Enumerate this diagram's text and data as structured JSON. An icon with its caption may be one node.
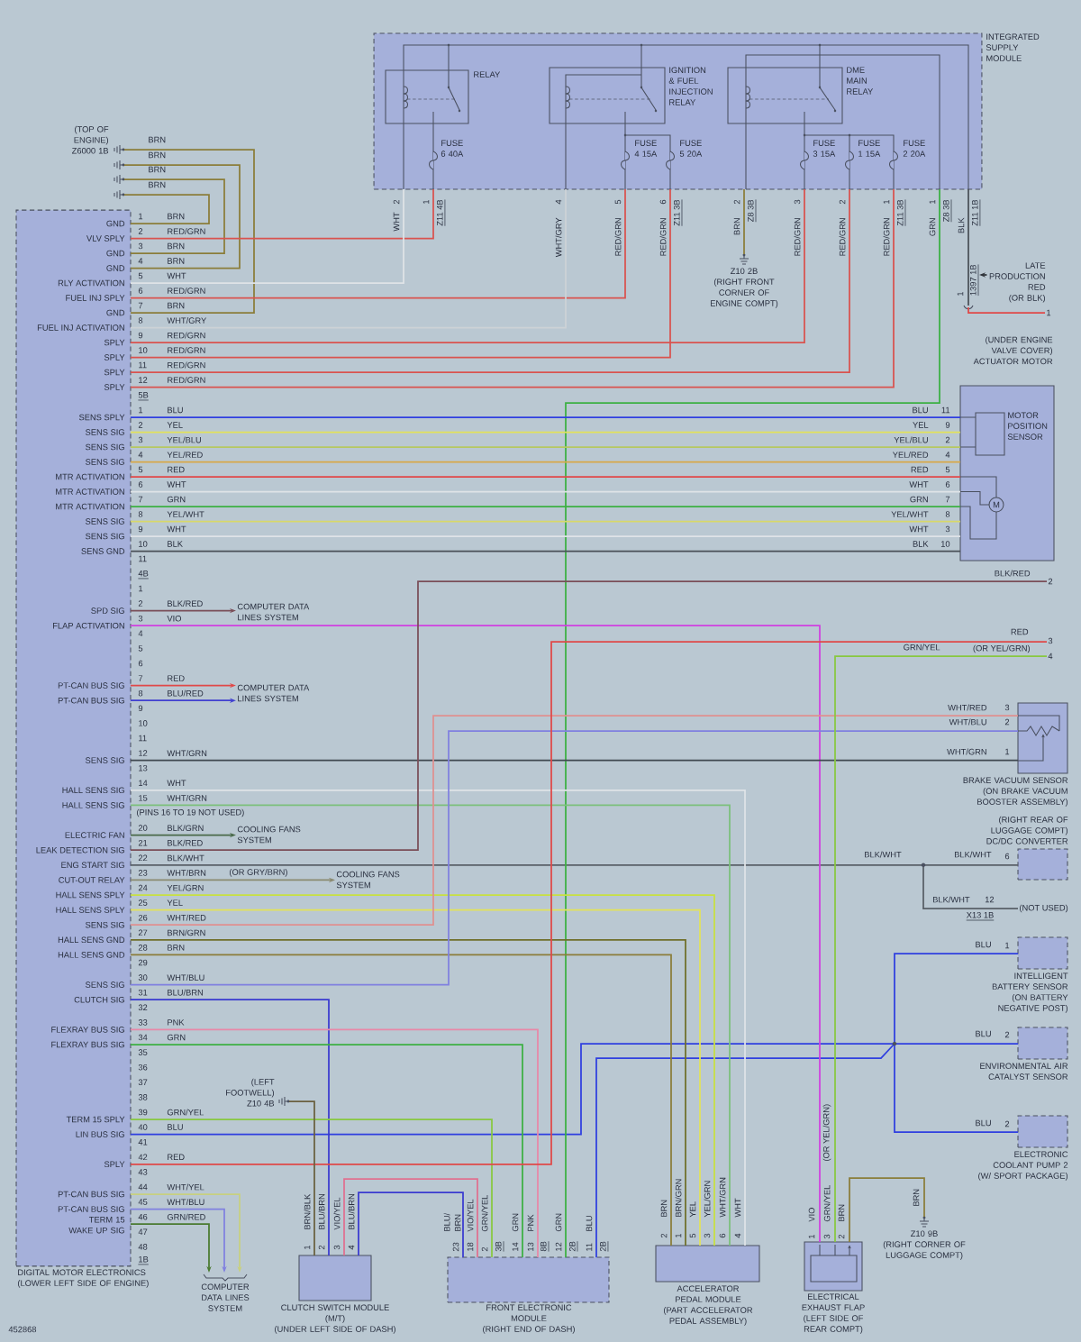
{
  "diagram": {
    "nodes": [
      {
        "text": [
          "INTEGRATED SUPPLY MODULE"
        ]
      },
      {
        "text": [
          "RELAY"
        ],
        "in": 0
      },
      {
        "text": [
          "IGNITION & FUEL INJECTION RELAY"
        ],
        "in": 0
      },
      {
        "text": [
          "DME MAIN RELAY"
        ],
        "in": 0
      },
      {
        "text": [
          "(TOP OF ENGINE)",
          "Z6000 1B"
        ]
      },
      {
        "text": [],
        "shape": "ground"
      },
      {
        "text": [],
        "shape": "ground"
      },
      {
        "text": [],
        "shape": "ground"
      },
      {
        "text": [
          "DIGITAL MOTOR ELECTRONICS",
          "(LOWER LEFT SIDE OF ENGINE)"
        ]
      },
      {
        "text": [
          "Z10 2B",
          "(RIGHT FRONT CORNER OF ENGINE COMPT)"
        ]
      },
      {
        "text": [
          "LATE PRODUCTION RED",
          "(OR BLK)"
        ]
      },
      {
        "text": [
          "(UNDER ENGINE VALVE COVER)",
          "ACTUATOR MOTOR"
        ]
      },
      {
        "text": [
          "MOTOR POSITION SENSOR"
        ],
        "in": 11
      },
      {
        "text": [
          "M"
        ],
        "in": 11
      },
      {
        "text": [
          "COMPUTER DATA LINES SYSTEM"
        ]
      },
      {
        "text": [
          "COMPUTER DATA LINES SYSTEM"
        ]
      },
      {
        "text": [
          "BRAKE VACUUM SENSOR",
          "(ON BRAKE VACUUM BOOSTER ASSEMBLY)"
        ]
      },
      {
        "text": [
          "COOLING FANS SYSTEM"
        ]
      },
      {
        "text": [
          "(RIGHT REAR OF LUGGAGE COMPT)",
          "DC/DC CONVERTER"
        ]
      },
      {
        "text": [
          "COOLING FANS SYSTEM"
        ]
      },
      {
        "text": [
          "(NOT USED)"
        ]
      },
      {
        "text": [
          "INTELLIGENT BATTERY SENSOR",
          "(ON BATTERY NEGATIVE POST)"
        ]
      },
      {
        "text": [
          "ENVIRONMENTAL AIR CATALYST SENSOR"
        ]
      },
      {
        "text": [
          "(LEFT FOOTWELL)",
          "Z10 4B"
        ]
      },
      {
        "text": [
          "ELECTRONIC COOLANT PUMP 2",
          "(W/ SPORT PACKAGE)"
        ]
      },
      {
        "text": [
          "Z10 9B",
          "(RIGHT CORNER OF LUGGAGE COMPT)"
        ]
      },
      {
        "text": [
          "COMPUTER DATA LINES SYSTEM"
        ]
      },
      {
        "text": [
          "CLUTCH SWITCH MODULE",
          "(M/T)",
          "(UNDER LEFT SIDE OF DASH)"
        ]
      },
      {
        "text": [
          "FRONT ELECTRONIC MODULE",
          "(RIGHT END OF DASH)"
        ]
      },
      {
        "text": [
          "ACCELERATOR PEDAL MODULE",
          "(PART ACCELERATOR PEDAL ASSEMBLY)"
        ]
      },
      {
        "text": [
          "ELECTRICAL EXHAUST FLAP",
          "(LEFT SIDE OF REAR COMPT)"
        ]
      },
      {
        "text": [
          "1397 1B"
        ]
      },
      {
        "text": [
          "1"
        ]
      },
      {
        "text": [
          "2"
        ]
      },
      {
        "text": [
          "3"
        ]
      },
      {
        "text": [
          "4"
        ]
      }
    ],
    "edges": [
      {
        "from": 4,
        "to": 8,
        "arrow": "none",
        "color": "#8b7d3a"
      },
      {
        "from": 5,
        "to": 8,
        "arrow": "none",
        "color": "#8b7d3a"
      },
      {
        "from": 6,
        "to": 8,
        "arrow": "none",
        "color": "#8b7d3a"
      },
      {
        "from": 7,
        "to": 8,
        "arrow": "none",
        "color": "#8b7d3a"
      },
      {
        "from": 8,
        "to": 0,
        "arrow": "none",
        "color": "#d9534f"
      },
      {
        "from": 8,
        "to": 0,
        "arrow": "none",
        "color": "#dfe3e7"
      },
      {
        "from": 8,
        "to": 0,
        "arrow": "none",
        "color": "#d9534f"
      },
      {
        "from": 8,
        "to": 0,
        "arrow": "none",
        "color": "#cdd2d6"
      },
      {
        "from": 8,
        "to": 0,
        "arrow": "none",
        "color": "#d9534f"
      },
      {
        "from": 8,
        "to": 0,
        "arrow": "none",
        "color": "#d9534f"
      },
      {
        "from": 8,
        "to": 0,
        "arrow": "none",
        "color": "#d9534f"
      },
      {
        "from": 8,
        "to": 0,
        "arrow": "none",
        "color": "#d9534f"
      },
      {
        "from": 0,
        "to": 9,
        "arrow": "none",
        "color": "#8b7d3a"
      },
      {
        "from": 0,
        "to": 28,
        "arrow": "none",
        "color": "#3cb043"
      },
      {
        "from": 0,
        "to": 31,
        "arrow": "none",
        "color": "#4a5058"
      },
      {
        "from": 10,
        "to": 31,
        "arrow": "to",
        "color": "#30343a"
      },
      {
        "from": 8,
        "to": 11,
        "arrow": "none",
        "color": "#2f3fe0"
      },
      {
        "from": 8,
        "to": 11,
        "arrow": "none",
        "color": "#e2e25a"
      },
      {
        "from": 8,
        "to": 11,
        "arrow": "none",
        "color": "#b6c860"
      },
      {
        "from": 8,
        "to": 11,
        "arrow": "none",
        "color": "#d8a848"
      },
      {
        "from": 8,
        "to": 11,
        "arrow": "none",
        "color": "#e04848"
      },
      {
        "from": 8,
        "to": 11,
        "arrow": "none",
        "color": "#dfe3e7"
      },
      {
        "from": 8,
        "to": 11,
        "arrow": "none",
        "color": "#3cb043"
      },
      {
        "from": 8,
        "to": 11,
        "arrow": "none",
        "color": "#d8d86a"
      },
      {
        "from": 8,
        "to": 11,
        "arrow": "none",
        "color": "#dfe3e7"
      },
      {
        "from": 8,
        "to": 11,
        "arrow": "none",
        "color": "#4a5058"
      },
      {
        "from": 8,
        "to": 14,
        "arrow": "to",
        "color": "#7a4e58"
      },
      {
        "from": 8,
        "to": 30,
        "arrow": "none",
        "color": "#d040e0"
      },
      {
        "from": 8,
        "to": 15,
        "arrow": "to",
        "color": "#e04848"
      },
      {
        "from": 8,
        "to": 15,
        "arrow": "to",
        "color": "#4040d0"
      },
      {
        "from": 8,
        "to": 16,
        "arrow": "none",
        "color": "#404850"
      },
      {
        "from": 8,
        "to": 29,
        "arrow": "none",
        "color": "#dfe3e7"
      },
      {
        "from": 8,
        "to": 29,
        "arrow": "none",
        "color": "#7cc07c"
      },
      {
        "from": 8,
        "to": 17,
        "arrow": "to",
        "color": "#4a6a4a"
      },
      {
        "from": 8,
        "to": 33,
        "arrow": "none",
        "color": "#7a4e58"
      },
      {
        "from": 8,
        "to": 18,
        "arrow": "none",
        "color": "#5a6068"
      },
      {
        "from": 8,
        "to": 20,
        "arrow": "none",
        "color": "#5a6068"
      },
      {
        "from": 8,
        "to": 19,
        "arrow": "to",
        "color": "#8a8a70"
      },
      {
        "from": 8,
        "to": 29,
        "arrow": "none",
        "color": "#c8e040"
      },
      {
        "from": 8,
        "to": 29,
        "arrow": "none",
        "color": "#e2e25a"
      },
      {
        "from": 8,
        "to": 16,
        "arrow": "none",
        "color": "#e09090"
      },
      {
        "from": 8,
        "to": 29,
        "arrow": "none",
        "color": "#6f6f2a"
      },
      {
        "from": 8,
        "to": 29,
        "arrow": "none",
        "color": "#8b7d3a"
      },
      {
        "from": 8,
        "to": 16,
        "arrow": "none",
        "color": "#8080e0"
      },
      {
        "from": 8,
        "to": 27,
        "arrow": "none",
        "color": "#3a3ad0"
      },
      {
        "from": 8,
        "to": 28,
        "arrow": "none",
        "color": "#e888a8"
      },
      {
        "from": 8,
        "to": 28,
        "arrow": "none",
        "color": "#3cb043"
      },
      {
        "from": 8,
        "to": 28,
        "arrow": "none",
        "color": "#88c840"
      },
      {
        "from": 8,
        "to": 21,
        "arrow": "none",
        "color": "#2f3fe0"
      },
      {
        "from": 8,
        "to": 22,
        "arrow": "none",
        "color": "#2f3fe0"
      },
      {
        "from": 8,
        "to": 24,
        "arrow": "none",
        "color": "#2f3fe0"
      },
      {
        "from": 28,
        "to": 21,
        "arrow": "none",
        "color": "#2f3fe0"
      },
      {
        "from": 28,
        "to": 22,
        "arrow": "none",
        "color": "#2f3fe0"
      },
      {
        "from": 28,
        "to": 24,
        "arrow": "none",
        "color": "#2f3fe0"
      },
      {
        "from": 8,
        "to": 34,
        "arrow": "none",
        "color": "#e04848"
      },
      {
        "from": 30,
        "to": 35,
        "arrow": "none",
        "color": "#88c840"
      },
      {
        "from": 30,
        "to": 25,
        "arrow": "none",
        "color": "#8b7d3a"
      },
      {
        "from": 27,
        "to": 23,
        "arrow": "none",
        "color": "#6a6040"
      },
      {
        "from": 27,
        "to": 28,
        "arrow": "none",
        "color": "#e07090"
      },
      {
        "from": 27,
        "to": 28,
        "arrow": "none",
        "color": "#3a3ad0"
      },
      {
        "from": 8,
        "to": 26,
        "arrow": "to",
        "color": "#c8d080"
      },
      {
        "from": 8,
        "to": 26,
        "arrow": "to",
        "color": "#8080e0"
      },
      {
        "from": 8,
        "to": 26,
        "arrow": "to",
        "color": "#4a7a30"
      },
      {
        "from": 31,
        "to": 32,
        "arrow": "none",
        "color": "#e04848"
      }
    ],
    "labels": [
      "FUSE 6 40A",
      "FUSE 4 15A",
      "FUSE 5 20A",
      "FUSE 3 15A",
      "FUSE 1 15A",
      "FUSE 2 20A",
      "2",
      "WHT",
      "1",
      "Z11 4B",
      "4",
      "WHT/GRY",
      "5",
      "RED/GRN",
      "6",
      "RED/GRN",
      "Z11 3B",
      "2",
      "BRN",
      "Z8 3B",
      "3",
      "RED/GRN",
      "2",
      "RED/GRN",
      "1",
      "RED/GRN",
      "Z11 3B",
      "1",
      "GRN",
      "Z8 3B",
      "BLK",
      "Z11 1B",
      "1",
      "BRN",
      "BRN",
      "BRN",
      "BRN",
      "GND",
      "1",
      "BRN",
      "VLV SPLY",
      "2",
      "RED/GRN",
      "GND",
      "3",
      "BRN",
      "GND",
      "4",
      "BRN",
      "RLY ACTIVATION",
      "5",
      "WHT",
      "FUEL INJ SPLY",
      "6",
      "RED/GRN",
      "GND",
      "7",
      "BRN",
      "FUEL INJ ACTIVATION",
      "8",
      "WHT/GRY",
      "SPLY",
      "9",
      "RED/GRN",
      "SPLY",
      "10",
      "RED/GRN",
      "SPLY",
      "11",
      "RED/GRN",
      "SPLY",
      "12",
      "RED/GRN",
      "5B",
      "SENS SPLY",
      "1",
      "BLU",
      "SENS SIG",
      "2",
      "YEL",
      "SENS SIG",
      "3",
      "YEL/BLU",
      "SENS SIG",
      "4",
      "YEL/RED",
      "MTR ACTIVATION",
      "5",
      "RED",
      "MTR ACTIVATION",
      "6",
      "WHT",
      "MTR ACTIVATION",
      "7",
      "GRN",
      "SENS SIG",
      "8",
      "YEL/WHT",
      "SENS SIG",
      "9",
      "WHT",
      "SENS GND",
      "10",
      "BLK",
      "11",
      "4B",
      "1",
      "SPD SIG",
      "2",
      "BLK/RED",
      "FLAP ACTIVATION",
      "3",
      "VIO",
      "4",
      "5",
      "6",
      "PT-CAN BUS SIG",
      "7",
      "RED",
      "PT-CAN BUS SIG",
      "8",
      "BLU/RED",
      "9",
      "10",
      "11",
      "SENS SIG",
      "12",
      "WHT/GRN",
      "13",
      "HALL SENS SIG",
      "14",
      "WHT",
      "HALL SENS SIG",
      "15",
      "WHT/GRN",
      "(PINS 16 TO 19 NOT USED)",
      "ELECTRIC FAN",
      "20",
      "BLK/GRN",
      "LEAK DETECTION SIG",
      "21",
      "BLK/RED",
      "ENG START SIG",
      "22",
      "BLK/WHT",
      "CUT-OUT RELAY",
      "23",
      "WHT/BRN",
      "(OR GRY/BRN)",
      "HALL SENS SPLY",
      "24",
      "YEL/GRN",
      "HALL SENS SPLY",
      "25",
      "YEL",
      "SENS SIG",
      "26",
      "WHT/RED",
      "HALL SENS GND",
      "27",
      "BRN/GRN",
      "HALL SENS GND",
      "28",
      "BRN",
      "29",
      "SENS SIG",
      "30",
      "WHT/BLU",
      "CLUTCH SIG",
      "31",
      "BLU/BRN",
      "32",
      "FLEXRAY BUS SIG",
      "33",
      "PNK",
      "FLEXRAY BUS SIG",
      "34",
      "GRN",
      "35",
      "36",
      "37",
      "38",
      "TERM 15 SPLY",
      "39",
      "GRN/YEL",
      "LIN BUS SIG",
      "40",
      "BLU",
      "41",
      "SPLY",
      "42",
      "RED",
      "43",
      "PT-CAN BUS SIG",
      "44",
      "WHT/YEL",
      "PT-CAN BUS SIG",
      "45",
      "WHT/BLU",
      "TERM 15 WAKE UP SIG",
      "46",
      "GRN/RED",
      "47",
      "48",
      "1B",
      "BLU",
      "11",
      "YEL",
      "9",
      "YEL/BLU",
      "2",
      "YEL/RED",
      "4",
      "RED",
      "5",
      "WHT",
      "6",
      "GRN",
      "7",
      "YEL/WHT",
      "8",
      "WHT",
      "3",
      "BLK",
      "10",
      "BLK/RED",
      "RED",
      "GRN/YEL",
      "(OR YEL/GRN)",
      "WHT/RED",
      "3",
      "WHT/BLU",
      "2",
      "WHT/GRN",
      "1",
      "BLK/WHT",
      "BLK/WHT",
      "6",
      "BLK/WHT",
      "12",
      "X13 1B",
      "BLU",
      "1",
      "BLU",
      "2",
      "BLU",
      "2",
      "(OR YEL/GRN)",
      "VIO",
      "1",
      "GRN/YEL",
      "3",
      "BRN",
      "2",
      "BRN",
      "BRN",
      "2",
      "BRN/GRN",
      "1",
      "YEL",
      "5",
      "YEL/GRN",
      "3",
      "WHT/GRN",
      "6",
      "WHT",
      "4",
      "BLU/ BRN",
      "23",
      "VIO/YEL",
      "18",
      "GRN/YEL",
      "2",
      "3B",
      "GRN",
      "14",
      "PNK",
      "13",
      "8B",
      "GRN",
      "12",
      "2B",
      "BLU",
      "11",
      "2B",
      "BRN/BLK",
      "1",
      "BLU/BRN",
      "2",
      "VIO/YEL",
      "3",
      "BLU/BRN",
      "4",
      "452868"
    ]
  }
}
